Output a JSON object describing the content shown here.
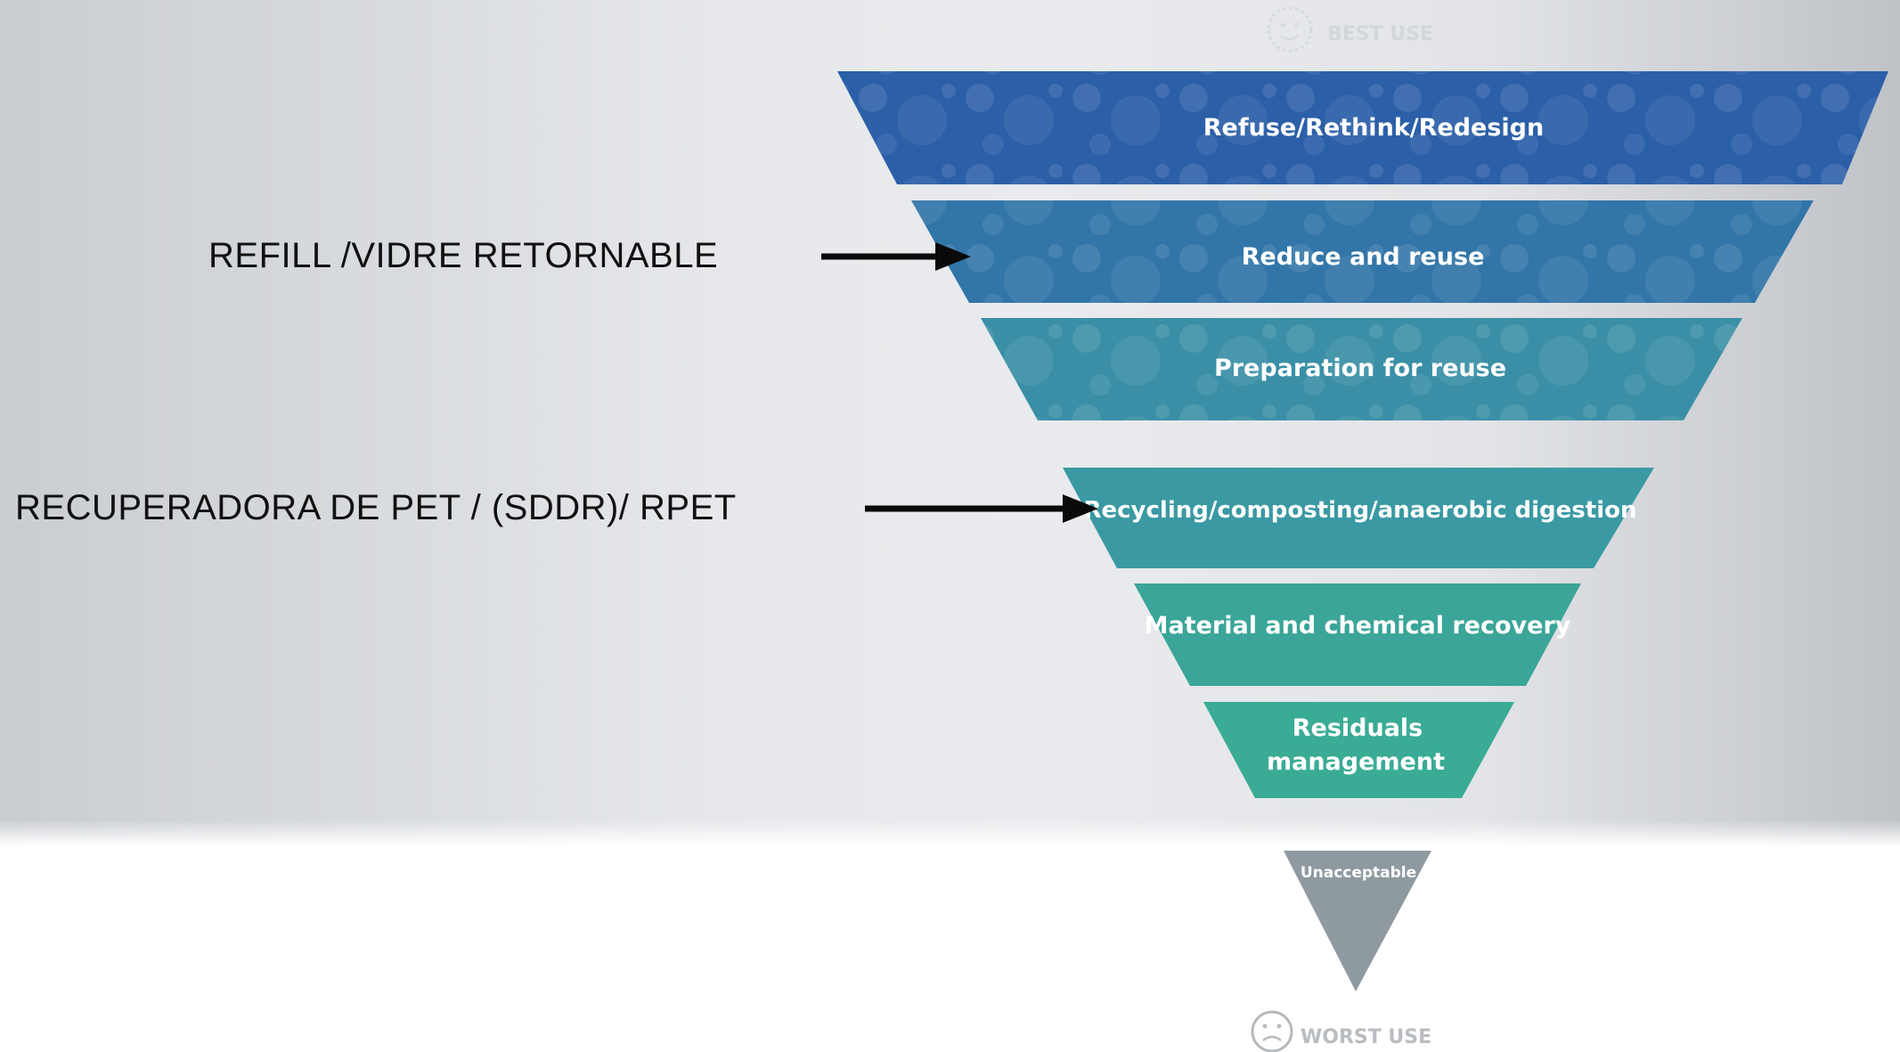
{
  "pyramid": {
    "best_use": "BEST USE",
    "worst_use": "WORST USE",
    "levels": [
      {
        "label": "Refuse/Rethink/Redesign",
        "color": "#2b5fa8"
      },
      {
        "label": "Reduce and reuse",
        "color": "#3275a8"
      },
      {
        "label": "Preparation for reuse",
        "color": "#3a8fa6"
      },
      {
        "label": "Recycling/composting/anaerobic digestion",
        "color": "#3a99a3"
      },
      {
        "label": "Material and chemical recovery",
        "color": "#3aa598"
      },
      {
        "label": "Residuals",
        "label_line2": "management",
        "color": "#3aab95"
      },
      {
        "label": "Unacceptable",
        "color": "#8f9aa0"
      }
    ]
  },
  "annotations": {
    "refill": "REFILL /VIDRE RETORNABLE",
    "recuperadora": "RECUPERADORA DE PET / (SDDR)/ RPET"
  }
}
